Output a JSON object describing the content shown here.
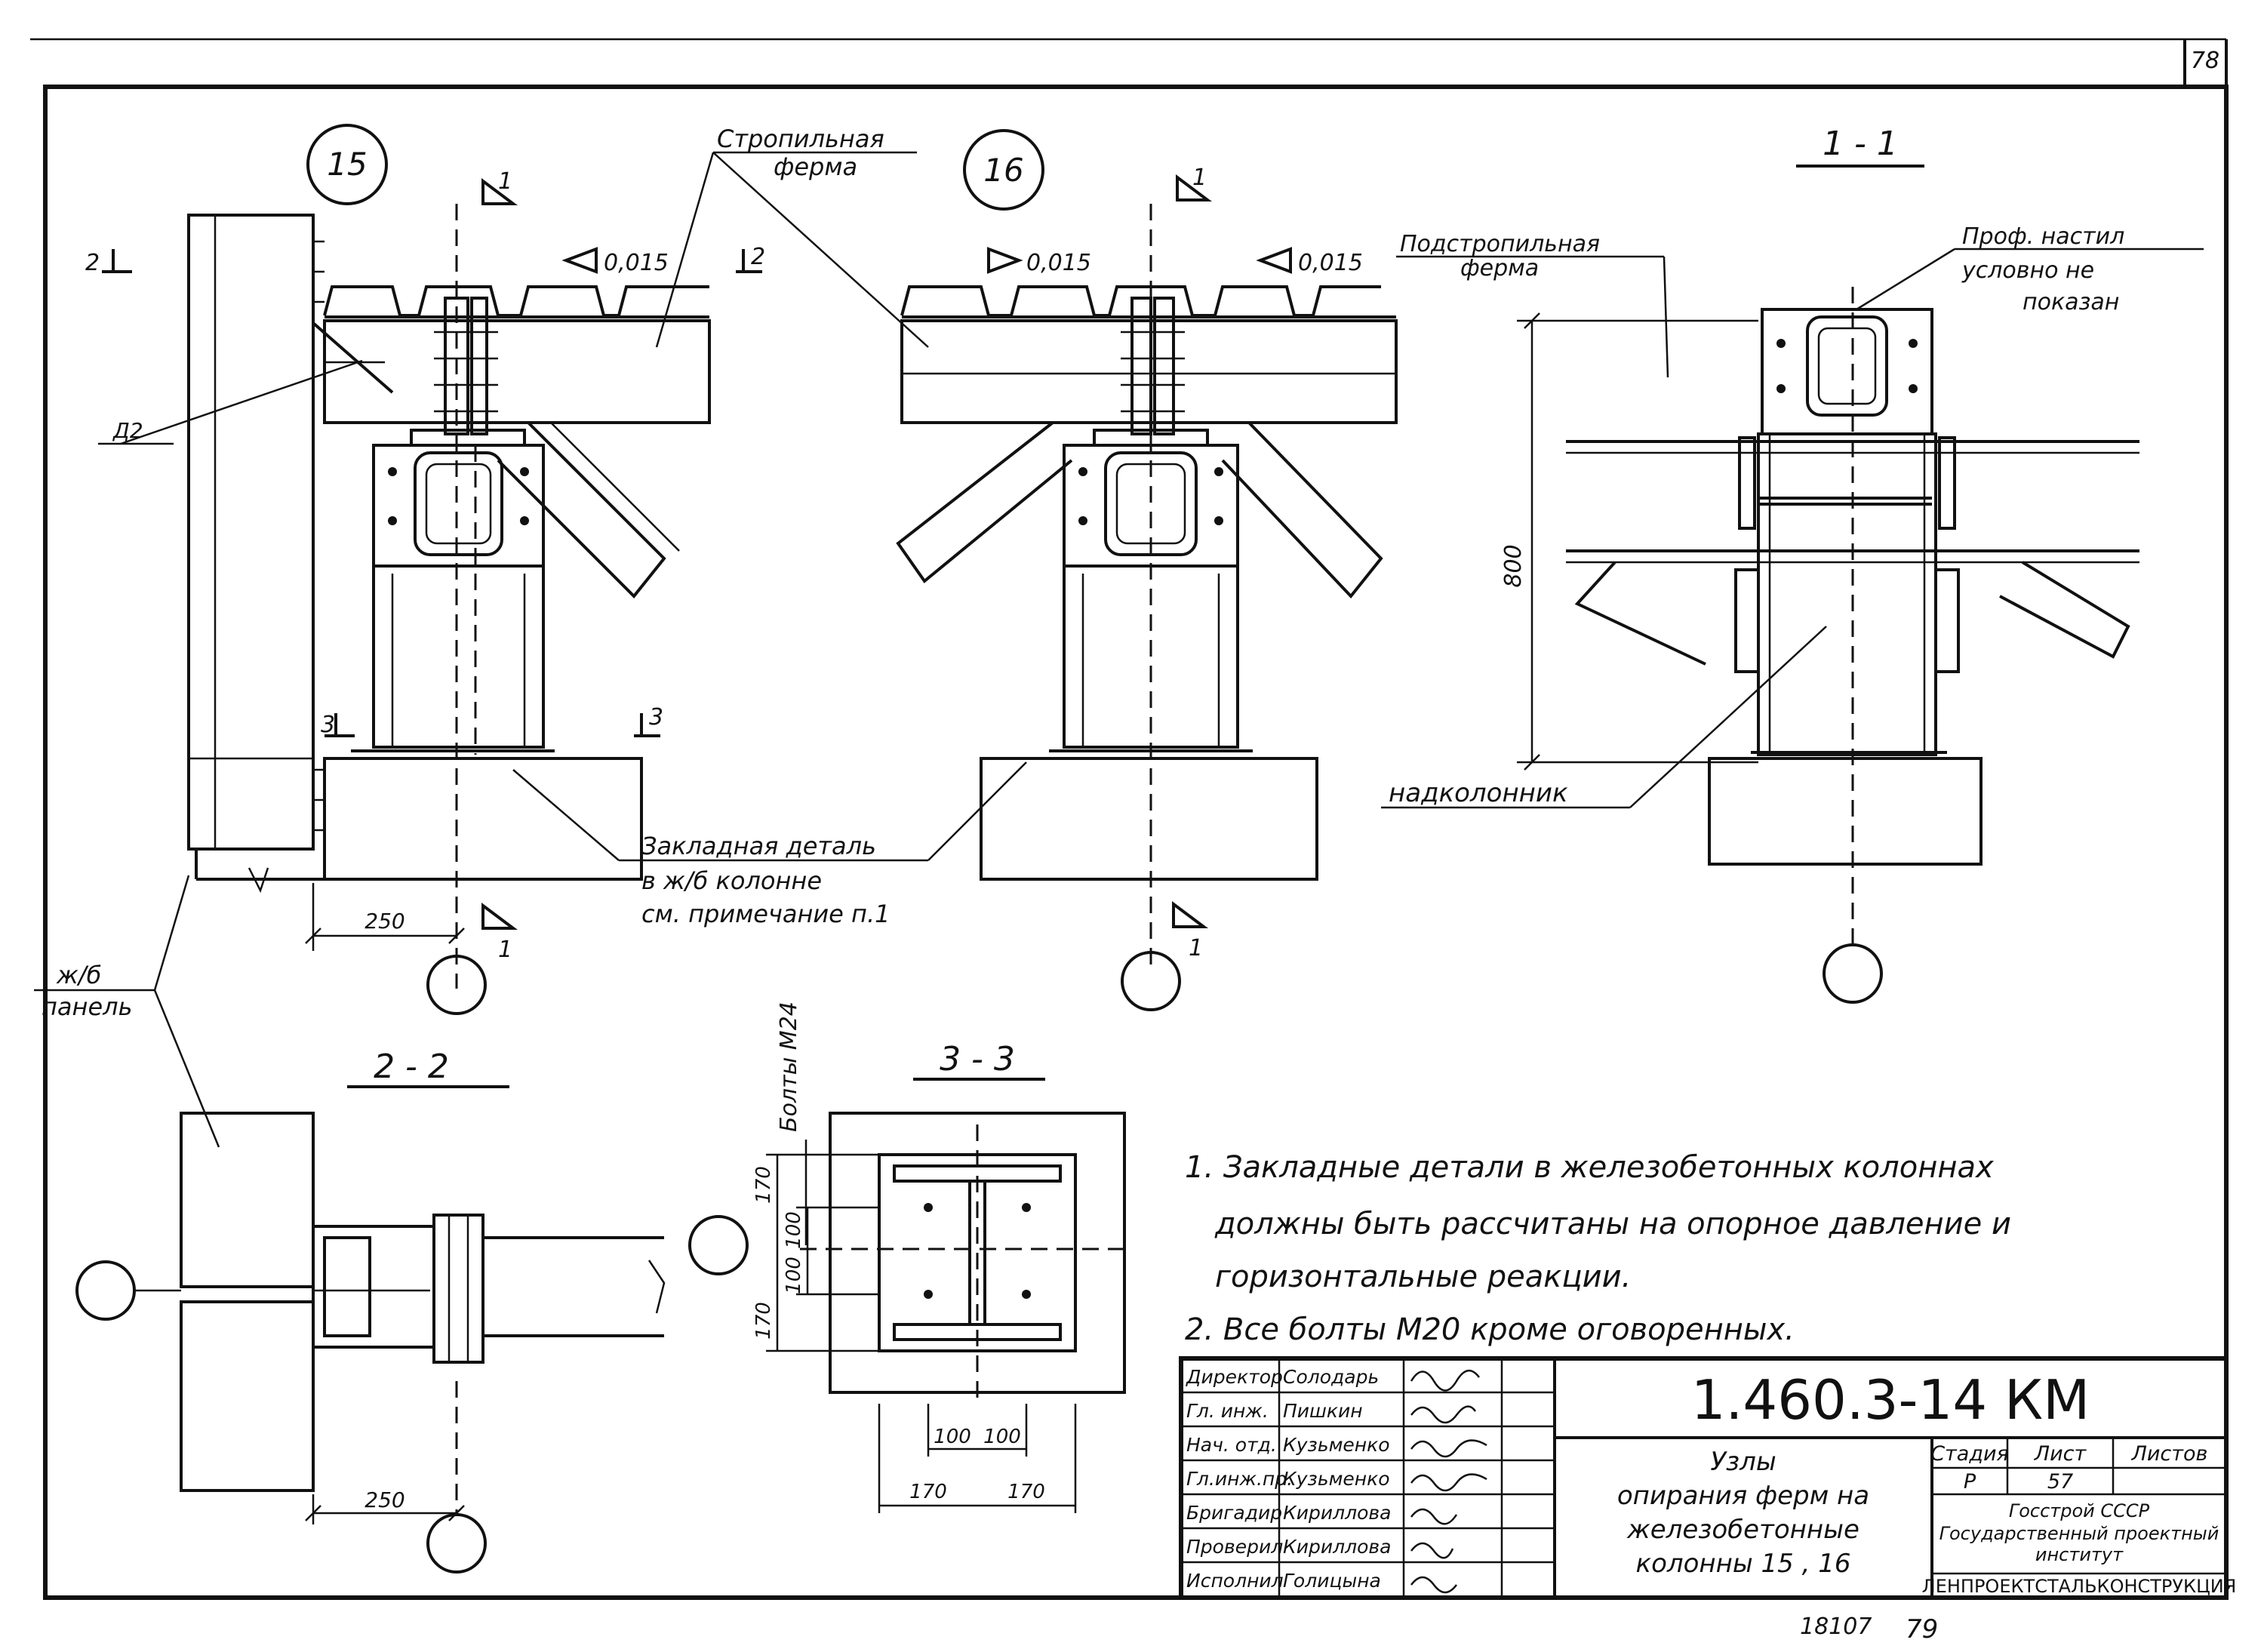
{
  "sheet": {
    "page_number": "78",
    "bottom_numbers": [
      "18107",
      "79"
    ]
  },
  "detail_marks": {
    "node_15": "15",
    "node_16": "16"
  },
  "section_titles": {
    "s11": "1 - 1",
    "s22": "2 - 2",
    "s33": "3 - 3"
  },
  "section_marks": {
    "cut1": "1",
    "cut2": "2",
    "cut3": "3"
  },
  "labels": {
    "rafter_truss_1": "Стропильная",
    "rafter_truss_2": "ферма",
    "sub_truss_1": "Подстропильная",
    "sub_truss_2": "ферма",
    "deck_1": "Проф. настил",
    "deck_2": "условно не",
    "deck_3": "показан",
    "embedded_1": "Закладная деталь",
    "embedded_2": "в ж/б колонне",
    "embedded_3": "см. примечание п.1",
    "panel_1": "ж/б",
    "panel_2": "панель",
    "column_head": "надколонник",
    "bolts": "Болты М24",
    "d2": "Д2"
  },
  "dimensions": {
    "slope_left": "0,015",
    "slope_right_1": "0,015",
    "slope_right_2": "0,015",
    "dim_250_top": "250",
    "dim_250_bottom": "250",
    "dim_800": "800",
    "d170a": "170",
    "d100a": "100",
    "d100b": "100",
    "d170b": "170",
    "h100a": "100",
    "h100b": "100",
    "h170a": "170",
    "h170b": "170"
  },
  "notes": [
    "1. Закладные детали в железобетонных колоннах",
    "должны быть рассчитаны на опорное давление и",
    "горизонтальные реакции.",
    "2. Все болты М20 кроме оговоренных."
  ],
  "title_block": {
    "code": "1.460.3-14 КМ",
    "title": [
      "Узлы",
      "опирания ферм на",
      "железобетонные",
      "колонны 15 , 16"
    ],
    "stage_label": "Стадия",
    "sheet_label": "Лист",
    "sheets_label": "Листов",
    "stage": "Р",
    "sheet": "57",
    "org": [
      "Госстрой СССР",
      "Государственный проектный",
      "институт"
    ],
    "org_name": "ЛЕНПРОЕКТСТАЛЬКОНСТРУКЦИЯ",
    "staff": [
      {
        "role": "Директор",
        "name": "Солодарь"
      },
      {
        "role": "Гл. инж.",
        "name": "Пишкин"
      },
      {
        "role": "Нач. отд.",
        "name": "Кузьменко"
      },
      {
        "role": "Гл.инж.пр.",
        "name": "Кузьменко"
      },
      {
        "role": "Бригадир",
        "name": "Кириллова"
      },
      {
        "role": "Проверил",
        "name": "Кириллова"
      },
      {
        "role": "Исполнил",
        "name": "Голицына"
      }
    ]
  }
}
